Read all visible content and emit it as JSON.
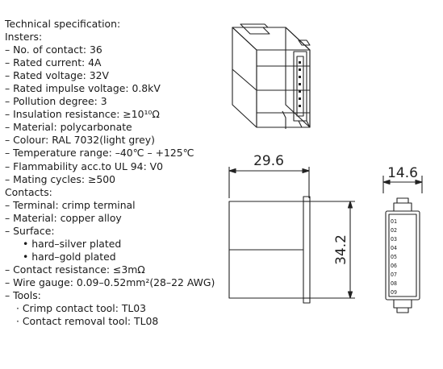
{
  "spec": {
    "title": "Technical specification:",
    "inserts_heading": "Insters:",
    "inserts": [
      "– No. of contact: 36",
      "– Rated current: 4A",
      "– Rated voltage: 32V",
      "– Rated impulse voltage: 0.8kV",
      "– Pollution degree: 3",
      "– Insulation resistance: ≥10¹⁰Ω",
      "– Material: polycarbonate",
      "– Colour: RAL 7032(light grey)",
      "– Temperature range: –40℃ – +125℃",
      "– Flammability acc.to UL 94: V0",
      "– Mating cycles: ≥500"
    ],
    "contacts_heading": "Contacts:",
    "contact_terminal": "– Terminal: crimp terminal",
    "contact_material": "– Material: copper alloy",
    "contact_surface": "– Surface:",
    "surface_options": [
      "• hard–silver plated",
      "• hard–gold plated"
    ],
    "contact_resistance": "– Contact resistance: ≤3mΩ",
    "wire_gauge": "– Wire gauge: 0.09–0.52mm²(28–22 AWG)",
    "tools_heading": "– Tools:",
    "tools": [
      "· Crimp contact tool: TL03",
      "· Contact removal tool: TL08"
    ]
  },
  "dimensions": {
    "width": "29.6",
    "height": "34.2",
    "depth": "14.6"
  },
  "front_view": {
    "rows": [
      "O1",
      "O2",
      "O3",
      "O4",
      "O5",
      "O6",
      "O7",
      "O8",
      "O9"
    ]
  }
}
